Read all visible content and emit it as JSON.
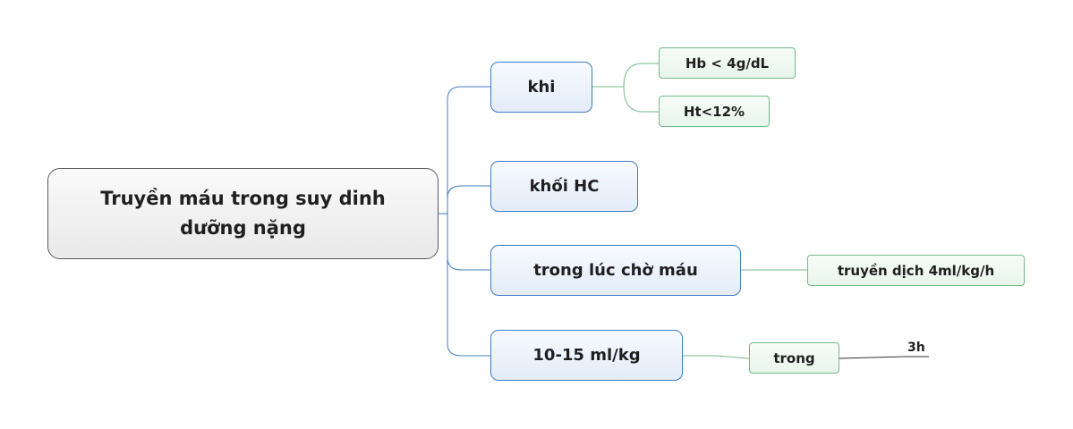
{
  "mindmap": {
    "root": {
      "label": "Truyền máu trong suy dinh dưỡng nặng"
    },
    "branches": [
      {
        "label": "khi",
        "children": [
          {
            "label": "Hb < 4g/dL"
          },
          {
            "label": "Ht<12%"
          }
        ]
      },
      {
        "label": "khối HC",
        "children": []
      },
      {
        "label": "trong lúc chờ máu",
        "children": [
          {
            "label": "truyền dịch 4ml/kg/h"
          }
        ]
      },
      {
        "label": "10-15 ml/kg",
        "children": [
          {
            "label": "trong",
            "children": [
              {
                "label": "3h"
              }
            ]
          }
        ]
      }
    ]
  },
  "colors": {
    "root_border": "#5a5a5a",
    "branch_border": "#3f7cc0",
    "leaf_border": "#74b98a",
    "connector_blue": "#3f7cc0",
    "connector_green": "#74b98a",
    "connector_dark": "#333333"
  }
}
